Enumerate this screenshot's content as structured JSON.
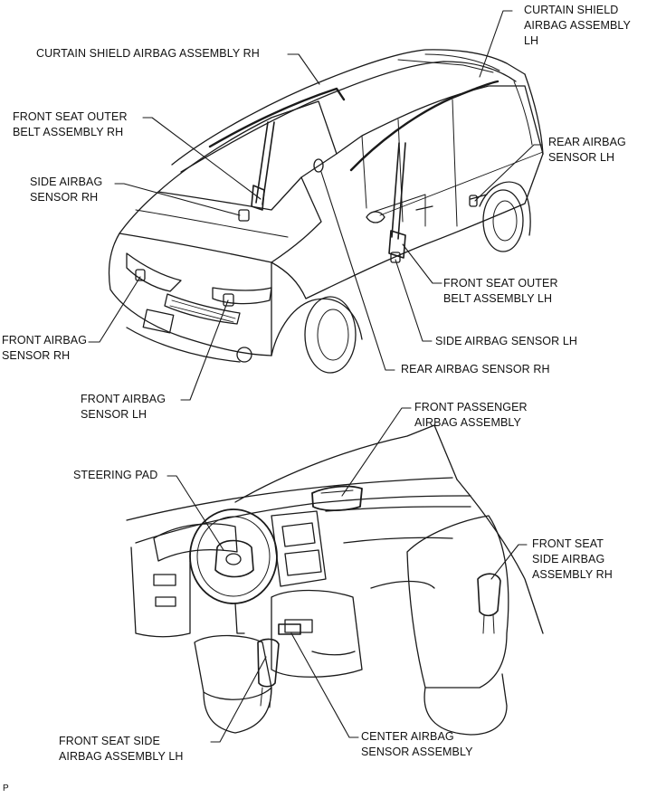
{
  "labels": {
    "curtain_rh": "CURTAIN SHIELD AIRBAG ASSEMBLY RH",
    "curtain_lh": "CURTAIN SHIELD\nAIRBAG ASSEMBLY\nLH",
    "belt_rh": "FRONT SEAT OUTER\nBELT ASSEMBLY RH",
    "rear_sensor_lh": "REAR AIRBAG\nSENSOR LH",
    "side_sensor_rh": "SIDE AIRBAG\nSENSOR RH",
    "belt_lh": "FRONT SEAT OUTER\nBELT ASSEMBLY LH",
    "front_sensor_rh": "FRONT AIRBAG\nSENSOR RH",
    "side_sensor_lh": "SIDE AIRBAG SENSOR LH",
    "rear_sensor_rh": "REAR AIRBAG SENSOR RH",
    "front_sensor_lh": "FRONT AIRBAG\nSENSOR LH",
    "passenger_airbag": "FRONT PASSENGER\nAIRBAG ASSEMBLY",
    "steering_pad": "STEERING PAD",
    "seat_side_rh": "FRONT SEAT\nSIDE AIRBAG\nASSEMBLY RH",
    "seat_side_lh": "FRONT SEAT SIDE\nAIRBAG ASSEMBLY LH",
    "center_sensor": "CENTER AIRBAG\nSENSOR ASSEMBLY"
  },
  "figure_code": "P",
  "colors": {
    "line": "#1a1a1a",
    "background": "#ffffff"
  }
}
